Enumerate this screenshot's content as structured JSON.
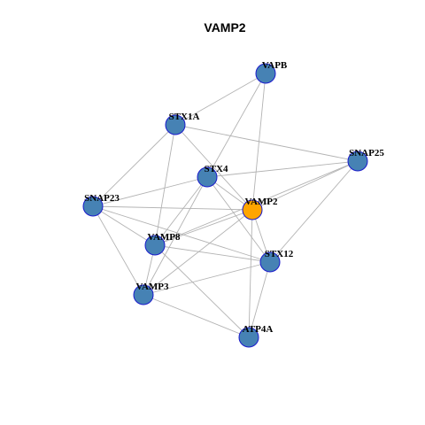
{
  "title": "VAMP2",
  "colors": {
    "node_default": "#4682b4",
    "node_highlight": "#ffa500",
    "node_border": "#1a1acc",
    "edge": "#b3b3b3"
  },
  "highlight_node": "VAMP2",
  "nodes": [
    "VAPB",
    "STX1A",
    "SNAP25",
    "STX4",
    "SNAP23",
    "VAMP2",
    "VAMP8",
    "STX12",
    "VAMP3",
    "ATP4A"
  ],
  "edges": [
    [
      "VAPB",
      "STX1A"
    ],
    [
      "VAPB",
      "STX4"
    ],
    [
      "VAPB",
      "VAMP2"
    ],
    [
      "STX1A",
      "SNAP25"
    ],
    [
      "STX1A",
      "SNAP23"
    ],
    [
      "STX1A",
      "VAMP8"
    ],
    [
      "STX1A",
      "VAMP2"
    ],
    [
      "SNAP25",
      "STX4"
    ],
    [
      "SNAP25",
      "VAMP2"
    ],
    [
      "SNAP25",
      "VAMP8"
    ],
    [
      "SNAP25",
      "STX12"
    ],
    [
      "STX4",
      "SNAP23"
    ],
    [
      "STX4",
      "VAMP8"
    ],
    [
      "STX4",
      "VAMP3"
    ],
    [
      "STX4",
      "STX12"
    ],
    [
      "STX4",
      "VAMP2"
    ],
    [
      "SNAP23",
      "VAMP2"
    ],
    [
      "SNAP23",
      "VAMP8"
    ],
    [
      "SNAP23",
      "VAMP3"
    ],
    [
      "SNAP23",
      "STX12"
    ],
    [
      "VAMP2",
      "VAMP8"
    ],
    [
      "VAMP2",
      "STX12"
    ],
    [
      "VAMP2",
      "VAMP3"
    ],
    [
      "VAMP2",
      "ATP4A"
    ],
    [
      "VAMP8",
      "STX12"
    ],
    [
      "VAMP8",
      "VAMP3"
    ],
    [
      "VAMP8",
      "ATP4A"
    ],
    [
      "STX12",
      "VAMP3"
    ],
    [
      "STX12",
      "ATP4A"
    ],
    [
      "VAMP3",
      "ATP4A"
    ]
  ]
}
